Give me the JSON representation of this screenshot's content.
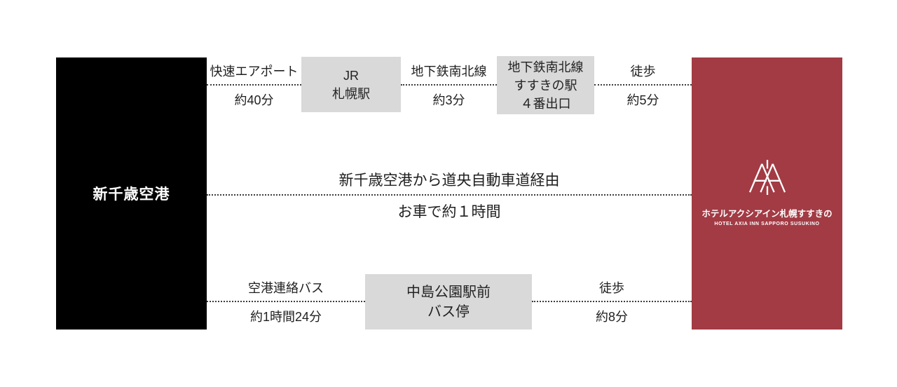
{
  "diagram": {
    "origin": {
      "label": "新千歳空港"
    },
    "destination": {
      "name_jp": "ホテルアクシアイン札幌すすきの",
      "name_en": "HOTEL AXIA INN SAPPORO SUSUKINO",
      "logo": "axia-double-a-monogram"
    },
    "routes": [
      {
        "id": "train",
        "segments": [
          {
            "above": "快速エアポート",
            "below": "約40分"
          },
          {
            "above": "地下鉄南北線",
            "below": "約3分"
          },
          {
            "above": "徒歩",
            "below": "約5分"
          }
        ],
        "stops": [
          {
            "lines": [
              "JR",
              "札幌駅"
            ]
          },
          {
            "lines": [
              "地下鉄南北線",
              "すすきの駅",
              "４番出口"
            ]
          }
        ]
      },
      {
        "id": "car",
        "segments": [
          {
            "above": "新千歳空港から道央自動車道経由",
            "below": "お車で約１時間"
          }
        ],
        "stops": []
      },
      {
        "id": "bus",
        "segments": [
          {
            "above": "空港連絡バス",
            "below": "約1時間24分"
          },
          {
            "above": "徒歩",
            "below": "約8分"
          }
        ],
        "stops": [
          {
            "lines": [
              "中島公園駅前",
              "バス停"
            ]
          }
        ]
      }
    ],
    "colors": {
      "origin_bg": "#000000",
      "destination_bg": "#A23B44",
      "stop_bg": "#D9D9D9",
      "dotted_line": "#3C3C3C",
      "text": "#1D1D1D"
    }
  }
}
